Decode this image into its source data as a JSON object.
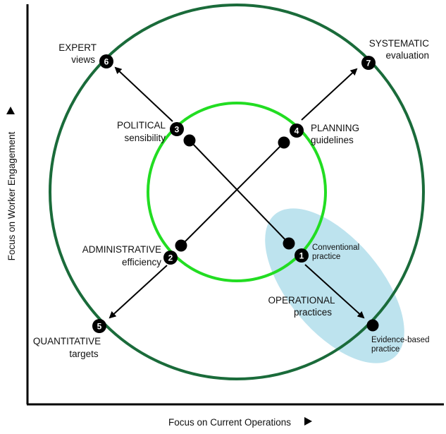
{
  "axes": {
    "x_label": "Focus on Current Operations",
    "y_label": "Focus on Worker Engagement"
  },
  "nodes": [
    {
      "number": "1",
      "label_lines": [
        "Conventional",
        "practice"
      ]
    },
    {
      "number": "2",
      "label_lines": [
        "ADMINISTRATIVE",
        "efficiency"
      ]
    },
    {
      "number": "3",
      "label_lines": [
        "POLITICAL",
        "sensibility"
      ]
    },
    {
      "number": "4",
      "label_lines": [
        "PLANNING",
        "guidelines"
      ]
    },
    {
      "number": "5",
      "label_lines": [
        "QUANTITATIVE",
        "targets"
      ]
    },
    {
      "number": "6",
      "label_lines": [
        "EXPERT",
        "views"
      ]
    },
    {
      "number": "7",
      "label_lines": [
        "SYSTEMATIC",
        "evaluation"
      ]
    }
  ],
  "annotations": {
    "operational_line1": "OPERATIONAL",
    "operational_line2": "practices",
    "evidence_line1": "Evidence-based",
    "evidence_line2": "practice"
  },
  "colors": {
    "outer_circle": "#1a6b3a",
    "inner_circle": "#22dd22",
    "highlight_ellipse": "#bde3ee",
    "node_fill": "#000000"
  }
}
